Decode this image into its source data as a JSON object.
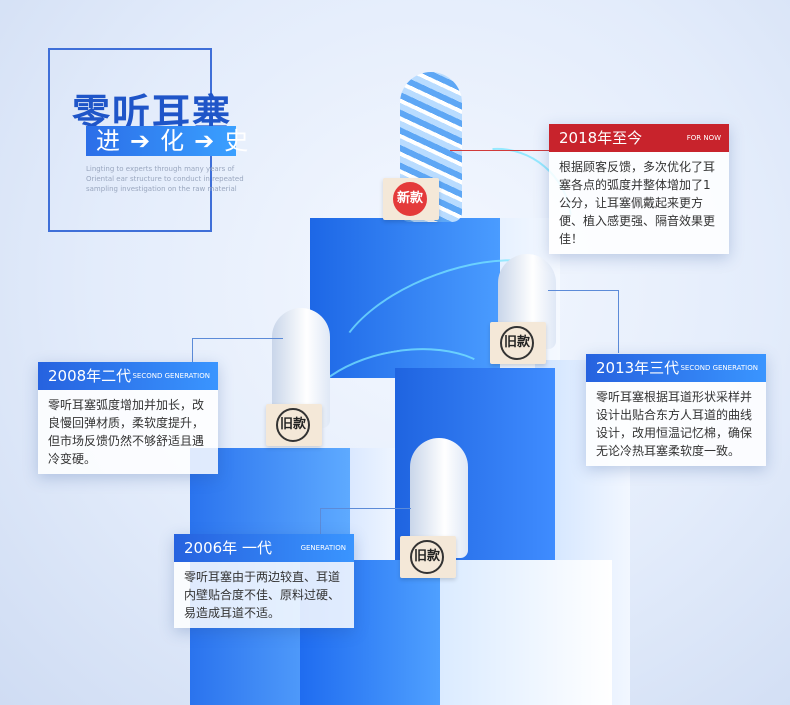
{
  "title": {
    "main": "零听耳塞",
    "sub": "进➔化➔史",
    "note": "Lingting to experts through many years of Oriental ear structure to conduct in repeated sampling investigation on the raw material"
  },
  "tags": {
    "new": "新款",
    "old": "旧款"
  },
  "timeline": [
    {
      "id": "2018",
      "head": "2018年至今",
      "en": "FOR NOW",
      "body": "根据顾客反馈，多次优化了耳塞各点的弧度并整体增加了1公分，让耳塞佩戴起来更方便、植入感更强、隔音效果更佳！"
    },
    {
      "id": "2013",
      "head": "2013年三代",
      "en": "SECOND GENERATION",
      "body": "零听耳塞根据耳道形状采样并设计出贴合东方人耳道的曲线设计，改用恒温记忆棉，确保无论冷热耳塞柔软度一致。"
    },
    {
      "id": "2008",
      "head": "2008年二代",
      "en": "SECOND GENERATION",
      "body": "零听耳塞弧度增加并加长，改良慢回弹材质，柔软度提升，但市场反馈仍然不够舒适且遇冷变硬。"
    },
    {
      "id": "2006",
      "head": "2006年 一代",
      "en": "GENERATION",
      "body": "零听耳塞由于两边较直、耳道内壁贴合度不佳、原料过硬、易造成耳道不适。"
    }
  ],
  "colors": {
    "accent": "#2b6ee8",
    "red": "#c8232c"
  }
}
